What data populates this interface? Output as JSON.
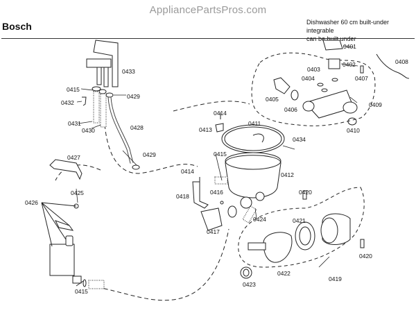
{
  "header": {
    "watermark": "AppliancePartsPros.com",
    "brand": "Bosch",
    "description_line1": "Dishwasher 60 cm built-under integrable",
    "description_line2": "can be built under"
  },
  "parts": [
    {
      "id": "p0401",
      "label": "0401"
    },
    {
      "id": "p0402",
      "label": "0402"
    },
    {
      "id": "p0403",
      "label": "0403"
    },
    {
      "id": "p0404",
      "label": "0404"
    },
    {
      "id": "p0405",
      "label": "0405"
    },
    {
      "id": "p0406",
      "label": "0406"
    },
    {
      "id": "p0407",
      "label": "0407"
    },
    {
      "id": "p0408",
      "label": "0408"
    },
    {
      "id": "p0409",
      "label": "0409"
    },
    {
      "id": "p0410",
      "label": "0410"
    },
    {
      "id": "p0411",
      "label": "0411"
    },
    {
      "id": "p0412",
      "label": "0412"
    },
    {
      "id": "p0413",
      "label": "0413"
    },
    {
      "id": "p0414a",
      "label": "0414"
    },
    {
      "id": "p0414b",
      "label": "0414"
    },
    {
      "id": "p0415a",
      "label": "0415"
    },
    {
      "id": "p0415b",
      "label": "0415"
    },
    {
      "id": "p0415c",
      "label": "0415"
    },
    {
      "id": "p0416",
      "label": "0416"
    },
    {
      "id": "p0417",
      "label": "0417"
    },
    {
      "id": "p0418",
      "label": "0418"
    },
    {
      "id": "p0419",
      "label": "0419"
    },
    {
      "id": "p0420a",
      "label": "0420"
    },
    {
      "id": "p0420b",
      "label": "0420"
    },
    {
      "id": "p0421",
      "label": "0421"
    },
    {
      "id": "p0422",
      "label": "0422"
    },
    {
      "id": "p0423",
      "label": "0423"
    },
    {
      "id": "p0424",
      "label": "0424"
    },
    {
      "id": "p0425",
      "label": "0425"
    },
    {
      "id": "p0426",
      "label": "0426"
    },
    {
      "id": "p0427",
      "label": "0427"
    },
    {
      "id": "p0428",
      "label": "0428"
    },
    {
      "id": "p0429a",
      "label": "0429"
    },
    {
      "id": "p0429b",
      "label": "0429"
    },
    {
      "id": "p0430",
      "label": "0430"
    },
    {
      "id": "p0431",
      "label": "0431"
    },
    {
      "id": "p0432",
      "label": "0432"
    },
    {
      "id": "p0433",
      "label": "0433"
    },
    {
      "id": "p0434",
      "label": "0434"
    }
  ]
}
